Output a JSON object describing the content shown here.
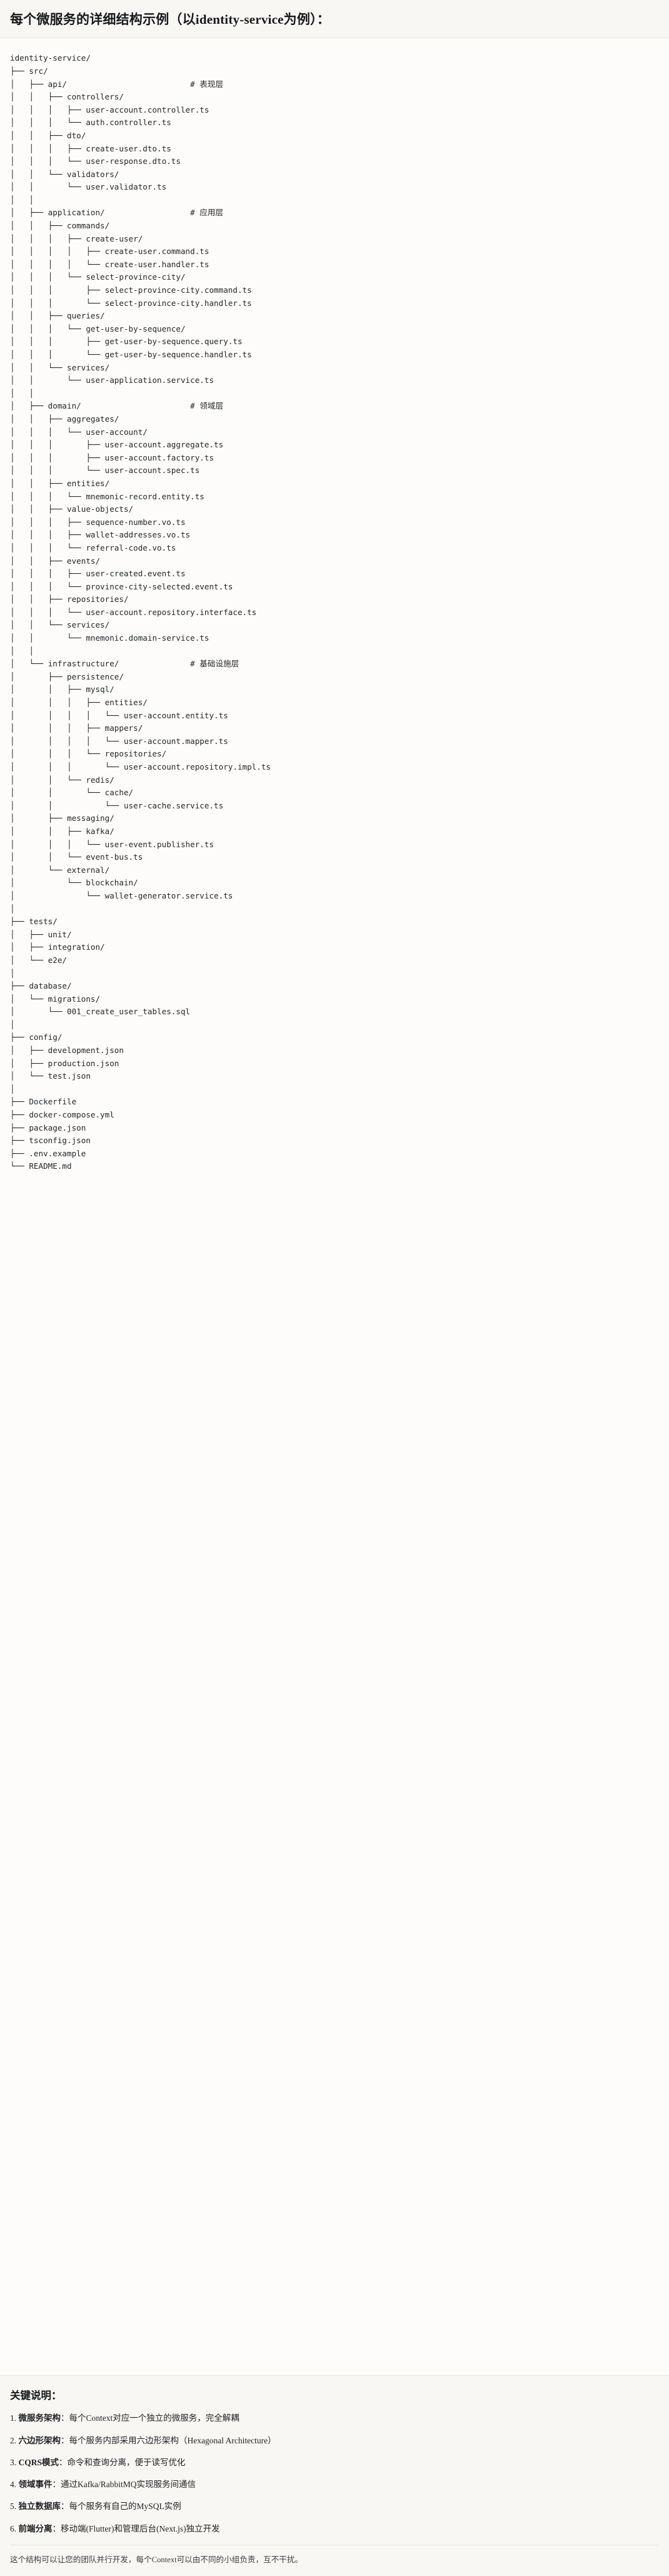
{
  "header": {
    "title": "每个微服务的详细结构示例（以identity-service为例）："
  },
  "tree": {
    "root": "identity-service/",
    "lines": [
      "identity-service/",
      "├── src/",
      "│   ├── api/                          # 表现层",
      "│   │   ├── controllers/",
      "│   │   │   ├── user-account.controller.ts",
      "│   │   │   └── auth.controller.ts",
      "│   │   ├── dto/",
      "│   │   │   ├── create-user.dto.ts",
      "│   │   │   └── user-response.dto.ts",
      "│   │   └── validators/",
      "│   │       └── user.validator.ts",
      "│   │",
      "│   ├── application/                  # 应用层",
      "│   │   ├── commands/",
      "│   │   │   ├── create-user/",
      "│   │   │   │   ├── create-user.command.ts",
      "│   │   │   │   └── create-user.handler.ts",
      "│   │   │   └── select-province-city/",
      "│   │   │       ├── select-province-city.command.ts",
      "│   │   │       └── select-province-city.handler.ts",
      "│   │   ├── queries/",
      "│   │   │   └── get-user-by-sequence/",
      "│   │   │       ├── get-user-by-sequence.query.ts",
      "│   │   │       └── get-user-by-sequence.handler.ts",
      "│   │   └── services/",
      "│   │       └── user-application.service.ts",
      "│   │",
      "│   ├── domain/                       # 领域层",
      "│   │   ├── aggregates/",
      "│   │   │   └── user-account/",
      "│   │   │       ├── user-account.aggregate.ts",
      "│   │   │       ├── user-account.factory.ts",
      "│   │   │       └── user-account.spec.ts",
      "│   │   ├── entities/",
      "│   │   │   └── mnemonic-record.entity.ts",
      "│   │   ├── value-objects/",
      "│   │   │   ├── sequence-number.vo.ts",
      "│   │   │   ├── wallet-addresses.vo.ts",
      "│   │   │   └── referral-code.vo.ts",
      "│   │   ├── events/",
      "│   │   │   ├── user-created.event.ts",
      "│   │   │   └── province-city-selected.event.ts",
      "│   │   ├── repositories/",
      "│   │   │   └── user-account.repository.interface.ts",
      "│   │   └── services/",
      "│   │       └── mnemonic.domain-service.ts",
      "│   │",
      "│   └── infrastructure/               # 基础设施层",
      "│       ├── persistence/",
      "│       │   ├── mysql/",
      "│       │   │   ├── entities/",
      "│       │   │   │   └── user-account.entity.ts",
      "│       │   │   ├── mappers/",
      "│       │   │   │   └── user-account.mapper.ts",
      "│       │   │   └── repositories/",
      "│       │   │       └── user-account.repository.impl.ts",
      "│       │   └── redis/",
      "│       │       └── cache/",
      "│       │           └── user-cache.service.ts",
      "│       ├── messaging/",
      "│       │   ├── kafka/",
      "│       │   │   └── user-event.publisher.ts",
      "│       │   └── event-bus.ts",
      "│       └── external/",
      "│           └── blockchain/",
      "│               └── wallet-generator.service.ts",
      "│",
      "├── tests/",
      "│   ├── unit/",
      "│   ├── integration/",
      "│   └── e2e/",
      "│",
      "├── database/",
      "│   └── migrations/",
      "│       └── 001_create_user_tables.sql",
      "│",
      "├── config/",
      "│   ├── development.json",
      "│   ├── production.json",
      "│   └── test.json",
      "│",
      "├── Dockerfile",
      "├── docker-compose.yml",
      "├── package.json",
      "├── tsconfig.json",
      "├── .env.example",
      "└── README.md"
    ],
    "layer_comments": [
      {
        "path": "src/api/",
        "comment": "# 表现层"
      },
      {
        "path": "src/application/",
        "comment": "# 应用层"
      },
      {
        "path": "src/domain/",
        "comment": "# 领域层"
      },
      {
        "path": "src/infrastructure/",
        "comment": "# 基础设施层"
      }
    ]
  },
  "notes": {
    "title": "关键说明：",
    "items": [
      {
        "lead": "微服务架构",
        "text": "：每个Context对应一个独立的微服务，完全解耦"
      },
      {
        "lead": "六边形架构",
        "text": "：每个服务内部采用六边形架构（Hexagonal Architecture）"
      },
      {
        "lead": "CQRS模式",
        "text": "：命令和查询分离，便于读写优化"
      },
      {
        "lead": "领域事件",
        "text": "：通过Kafka/RabbitMQ实现服务间通信"
      },
      {
        "lead": "独立数据库",
        "text": "：每个服务有自己的MySQL实例"
      },
      {
        "lead": "前端分离",
        "text": "：移动端(Flutter)和管理后台(Next.js)独立开发"
      }
    ],
    "footer": "这个结构可以让您的团队并行开发，每个Context可以由不同的小组负责，互不干扰。"
  }
}
